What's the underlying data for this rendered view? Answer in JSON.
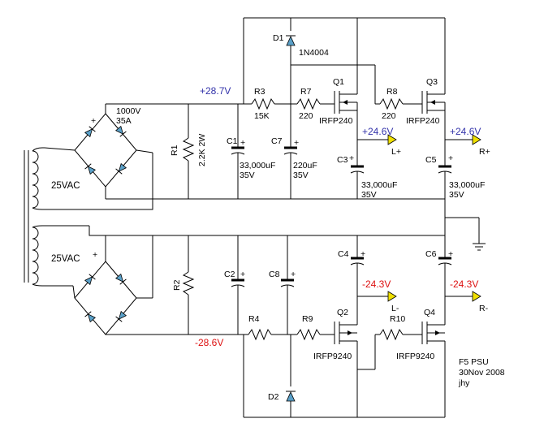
{
  "colors": {
    "positive_label": "#3333aa",
    "negative_label": "#dd1111",
    "terminal": "#f0e000",
    "diode": "#5aa0c8"
  },
  "transformer": {
    "upper_secondary": "25VAC",
    "lower_secondary": "25VAC"
  },
  "bridge": {
    "rating": "1000V",
    "current": "35A",
    "plus": "+"
  },
  "components": {
    "R1": {
      "ref": "R1",
      "value": "2.2K 2W"
    },
    "R2": {
      "ref": "R2"
    },
    "R3": {
      "ref": "R3",
      "value": "15K"
    },
    "R4": {
      "ref": "R4"
    },
    "R7": {
      "ref": "R7",
      "value": "220"
    },
    "R8": {
      "ref": "R8",
      "value": "220"
    },
    "R9": {
      "ref": "R9"
    },
    "R10": {
      "ref": "R10"
    },
    "C1": {
      "ref": "C1",
      "value": "33,000uF",
      "voltage": "35V"
    },
    "C2": {
      "ref": "C2"
    },
    "C3": {
      "ref": "C3",
      "value": "33,000uF",
      "voltage": "35V"
    },
    "C4": {
      "ref": "C4"
    },
    "C5": {
      "ref": "C5",
      "value": "33,000uF",
      "voltage": "35V"
    },
    "C6": {
      "ref": "C6"
    },
    "C7": {
      "ref": "C7",
      "value": "220uF",
      "voltage": "35V"
    },
    "C8": {
      "ref": "C8"
    },
    "D1": {
      "ref": "D1",
      "part": "1N4004"
    },
    "D2": {
      "ref": "D2"
    },
    "Q1": {
      "ref": "Q1",
      "part": "IRFP240"
    },
    "Q2": {
      "ref": "Q2",
      "part": "IRFP9240"
    },
    "Q3": {
      "ref": "Q3",
      "part": "IRFP240"
    },
    "Q4": {
      "ref": "Q4",
      "part": "IRFP9240"
    }
  },
  "voltages": {
    "raw_pos": "+28.7V",
    "raw_neg": "-28.6V",
    "left_pos": "+24.6V",
    "right_pos": "+24.6V",
    "left_neg": "-24.3V",
    "right_neg": "-24.3V"
  },
  "outputs": {
    "l_plus": "L+",
    "r_plus": "R+",
    "l_minus": "L-",
    "r_minus": "R-"
  },
  "cap_plus": "+",
  "title_block": {
    "title": "F5 PSU",
    "date": "30Nov 2008",
    "author": "jhy"
  }
}
